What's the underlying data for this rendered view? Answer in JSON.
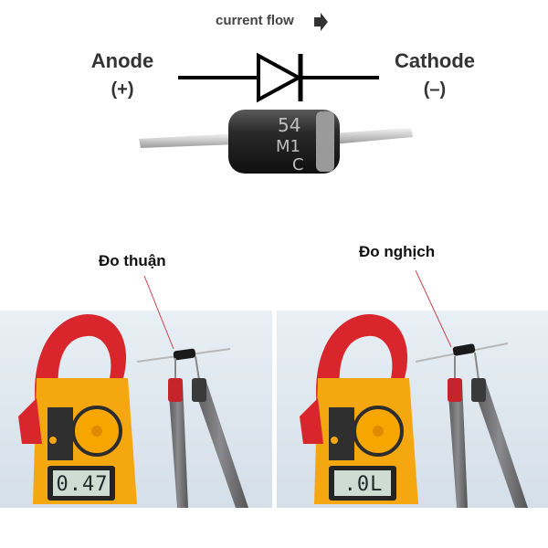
{
  "header": {
    "current_flow_label": "current flow",
    "anode_label": "Anode",
    "anode_sign": "(+)",
    "cathode_label": "Cathode",
    "cathode_sign": "(–)",
    "diode_marking_line1": "54",
    "diode_marking_line2": "M1",
    "diode_marking_line3": "C"
  },
  "panels": [
    {
      "label": "Đo thuận",
      "reading": "0.47"
    },
    {
      "label": "Đo nghịch",
      "reading": ".0L"
    }
  ],
  "colors": {
    "meter_body": "#f5a70f",
    "clamp_red": "#d8262c",
    "dial_orange": "#f7a600",
    "lcd_bg": "#cfdcd4",
    "probe_grey": "#6f6f73",
    "probe_red_tip": "#c4242a",
    "photo_bg": "#dfe8f0"
  }
}
